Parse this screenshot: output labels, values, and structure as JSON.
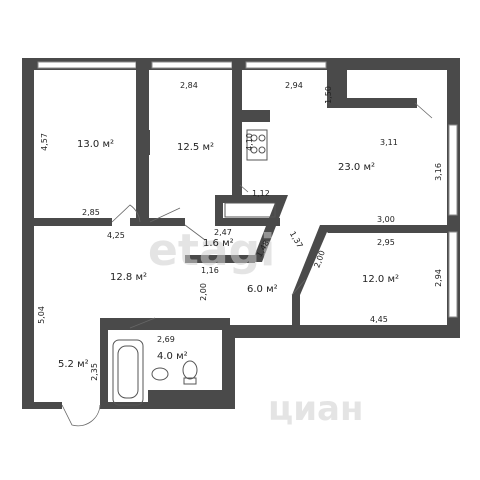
{
  "plan": {
    "rooms": [
      {
        "id": "room1",
        "area": "13.0 м²"
      },
      {
        "id": "room2",
        "area": "12.5 м²"
      },
      {
        "id": "living",
        "area": "23.0 м²"
      },
      {
        "id": "pantry",
        "area": "1.6 м²"
      },
      {
        "id": "hall",
        "area": "12.8 м²"
      },
      {
        "id": "corridor",
        "area": "6.0 м²"
      },
      {
        "id": "room3",
        "area": "12.0 м²"
      },
      {
        "id": "entry",
        "area": "5.2 м²"
      },
      {
        "id": "bath",
        "area": "4.0 м²"
      }
    ],
    "dimensions": [
      "4,57",
      "2,84",
      "2,94",
      "1,50",
      "3,11",
      "4,10",
      "1,12",
      "3,16",
      "2,85",
      "4,25",
      "3,00",
      "2,47",
      "1,48",
      "1,37",
      "2,95",
      "2,00",
      "1,16",
      "2,00",
      "2,94",
      "5,04",
      "2,69",
      "4,45",
      "2,35"
    ]
  },
  "watermarks": {
    "etagi": "etagi",
    "cian": "циан"
  }
}
